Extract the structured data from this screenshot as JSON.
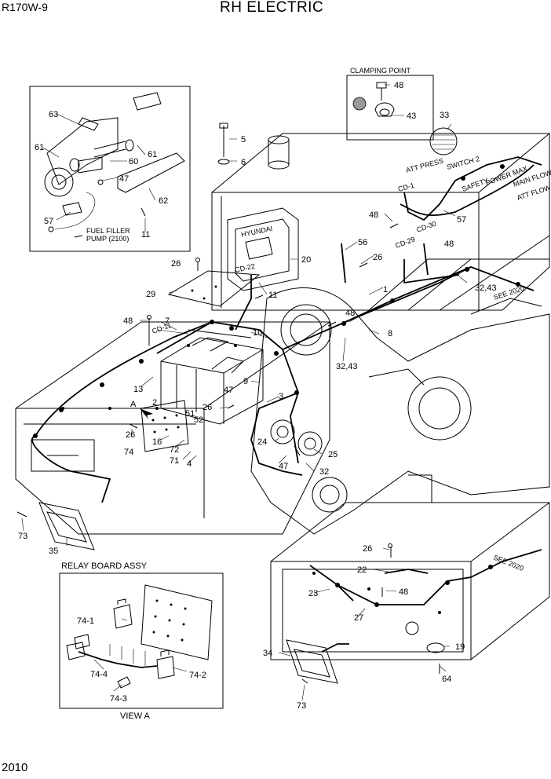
{
  "header": {
    "model": "R170W-9",
    "title": "RH ELECTRIC"
  },
  "footer": {
    "page_number": "2010"
  },
  "insets": {
    "clamping_point": {
      "title": "CLAMPING POINT",
      "callouts": [
        "48",
        "43"
      ]
    },
    "fuel_filler_pump": {
      "caption_line1": "FUEL FILLER",
      "caption_line2": "PUMP (2100)",
      "callouts": [
        "63",
        "61",
        "61",
        "60",
        "47",
        "62",
        "57",
        "11"
      ]
    },
    "relay_board": {
      "title": "RELAY BOARD ASSY",
      "view_label": "VIEW A",
      "callouts": [
        "74-1",
        "74-2",
        "74-3",
        "74-4"
      ]
    }
  },
  "callouts": {
    "p5": "5",
    "p6": "6",
    "p33": "33",
    "p20": "20",
    "p48a": "48",
    "p57": "57",
    "p56": "56",
    "p26a": "26",
    "p48b": "48",
    "p1": "1",
    "p3243a": "32,43",
    "p26b": "26",
    "p29": "29",
    "p11": "11",
    "p48c": "48",
    "p7": "7",
    "p10": "10",
    "p48d": "48",
    "p8": "8",
    "p3243b": "32,43",
    "p9": "9",
    "p13": "13",
    "pA": "A",
    "p2": "2",
    "p47a": "47",
    "p3": "3",
    "p26c": "26",
    "p26d": "26",
    "p16": "16",
    "p51": "51",
    "p52": "52",
    "p74": "74",
    "p72": "72",
    "p71": "71",
    "p4": "4",
    "p24": "24",
    "p25": "25",
    "p47b": "47",
    "p32": "32",
    "p73a": "73",
    "p35": "35",
    "p26e": "26",
    "p22": "22",
    "p23": "23",
    "p48e": "48",
    "p27": "27",
    "p34": "34",
    "p19": "19",
    "p64": "64",
    "p73b": "73"
  },
  "wire_labels": {
    "see2020_a": "SEE 2020",
    "see2020_b": "SEE 2020",
    "hyundai": "HYUNDAI",
    "att_press": "ATT PRESS",
    "switch_2": "SWITCH 2",
    "cd_1": "CD-1",
    "safety": "SAFETY",
    "power_max": "POWER MAX",
    "main_flow": "MAIN FLOW",
    "att_flow": "ATT FLOW",
    "cd_22": "CD-22",
    "cd_11": "CD-11",
    "cd_29": "CD-29",
    "cd_30": "CD-30"
  }
}
